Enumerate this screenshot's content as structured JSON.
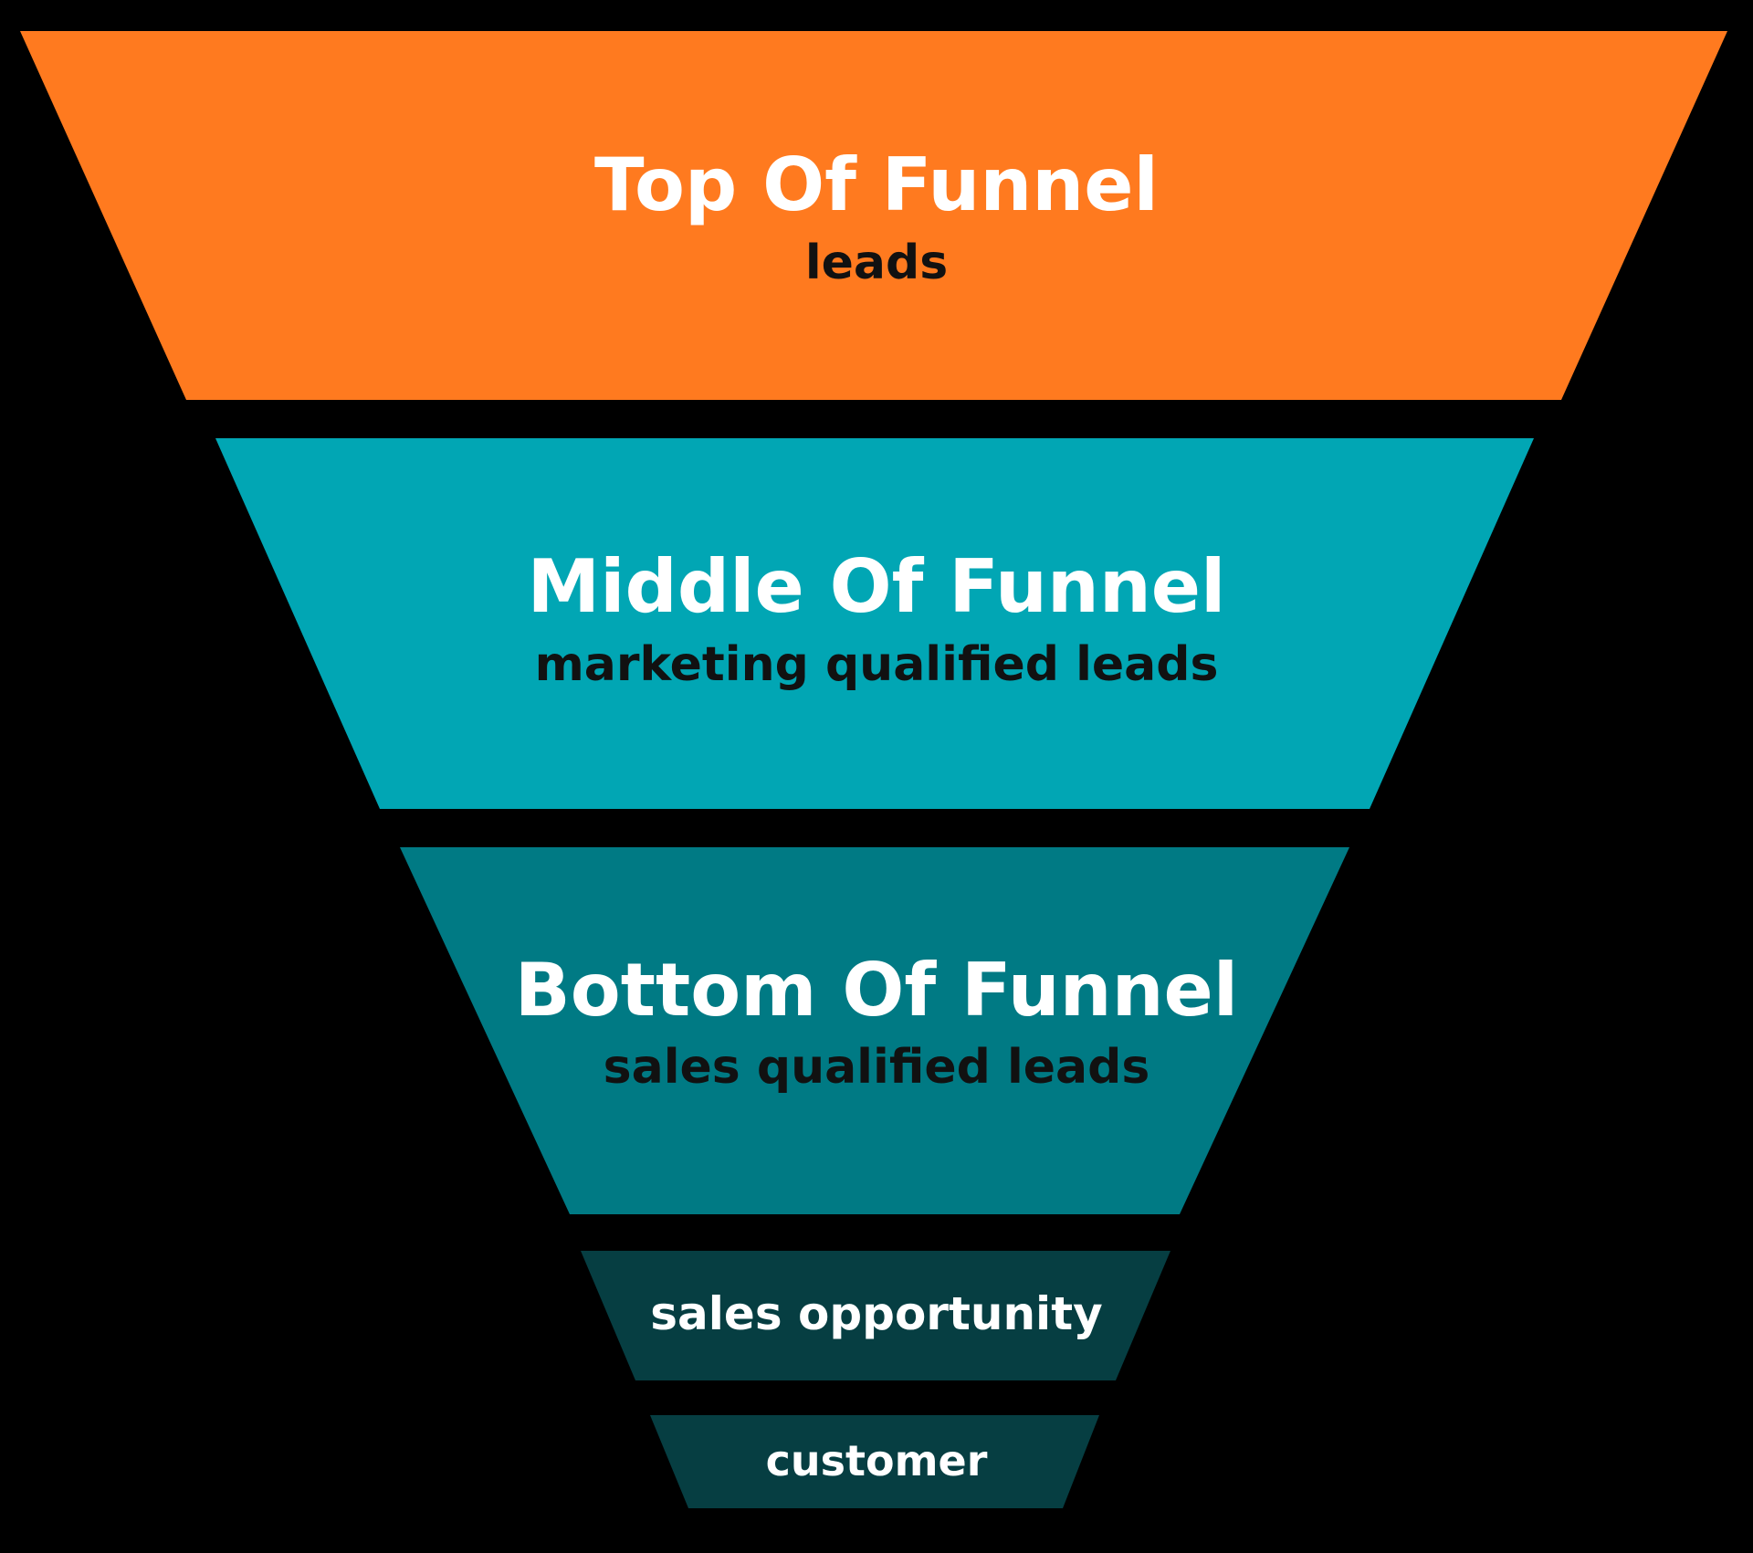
{
  "funnel": {
    "stages": [
      {
        "title": "Top Of Funnel",
        "subtitle": "leads",
        "color": "#FF7A1F",
        "title_color": "#FFFFFF",
        "subtitle_color": "#111111"
      },
      {
        "title": "Middle Of Funnel",
        "subtitle": "marketing qualified leads",
        "color": "#01A6B4",
        "title_color": "#FFFFFF",
        "subtitle_color": "#111111"
      },
      {
        "title": "Bottom Of Funnel",
        "subtitle": "sales qualified leads",
        "color": "#007A84",
        "title_color": "#FFFFFF",
        "subtitle_color": "#111111"
      },
      {
        "title": "sales opportunity",
        "subtitle": "",
        "color": "#063E42",
        "title_color": "#FFFFFF",
        "subtitle_color": ""
      },
      {
        "title": "customer",
        "subtitle": "",
        "color": "#063E42",
        "title_color": "#FFFFFF",
        "subtitle_color": ""
      }
    ]
  }
}
